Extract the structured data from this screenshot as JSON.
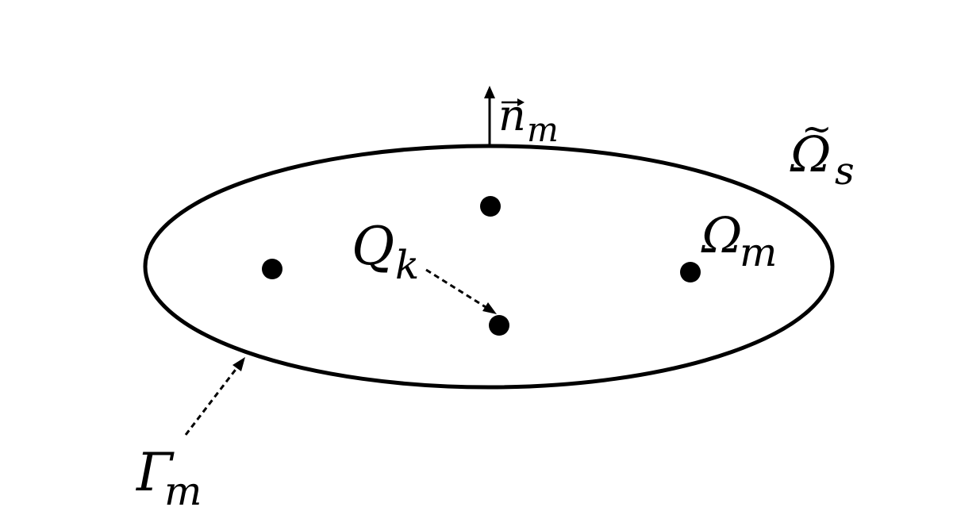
{
  "labels": {
    "normal_base": "n",
    "normal_sub": "m",
    "domain_tilde_base": "Ω",
    "domain_tilde_tilde": "~",
    "domain_tilde_sub": "s",
    "domain_base": "Ω",
    "domain_sub": "m",
    "point_base": "Q",
    "point_sub": "k",
    "boundary_base": "Γ",
    "boundary_sub": "m"
  },
  "colors": {
    "stroke": "#000000",
    "background": "#ffffff"
  },
  "icons": {
    "normal_vector_arrow": "arrow-up-icon",
    "point_to_node_arrow": "dashed-arrow-icon",
    "boundary_pointer_arrow": "dashed-arrow-icon"
  }
}
